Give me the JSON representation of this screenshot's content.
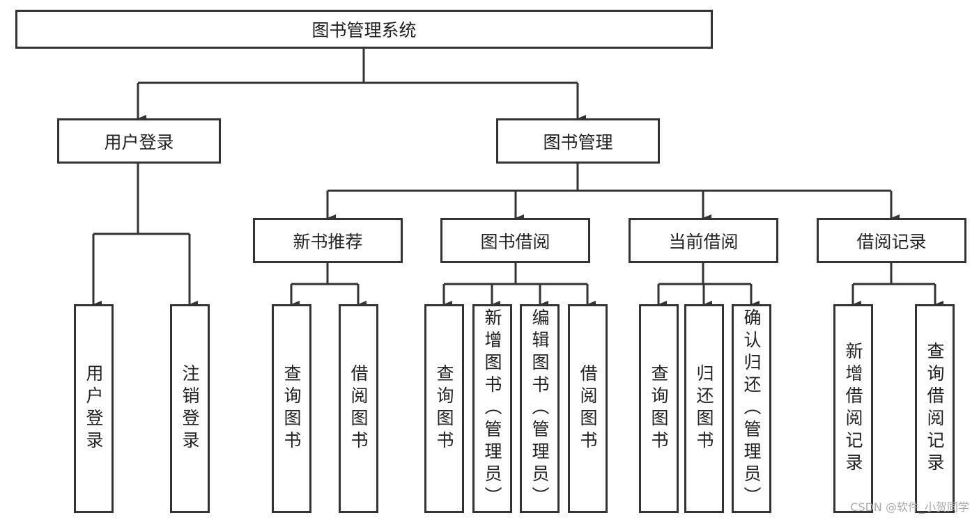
{
  "root": {
    "label": "图书管理系统"
  },
  "level1": [
    {
      "label": "用户登录",
      "children": [
        "用户登录",
        "注销登录"
      ]
    },
    {
      "label": "图书管理"
    }
  ],
  "level2": [
    {
      "label": "新书推荐",
      "children": [
        "查询图书",
        "借阅图书"
      ]
    },
    {
      "label": "图书借阅",
      "children": [
        "查询图书",
        "新增图书（管理员）",
        "编辑图书（管理员）",
        "借阅图书"
      ]
    },
    {
      "label": "当前借阅",
      "children": [
        "查询图书",
        "归还图书",
        "确认归还（管理员）"
      ]
    },
    {
      "label": "借阅记录",
      "children": [
        "新增借阅记录",
        "查询借阅记录"
      ]
    }
  ],
  "watermark": "CSDN @软件_小贺同学",
  "colors": {
    "stroke": "#333333",
    "background": "#ffffff"
  }
}
